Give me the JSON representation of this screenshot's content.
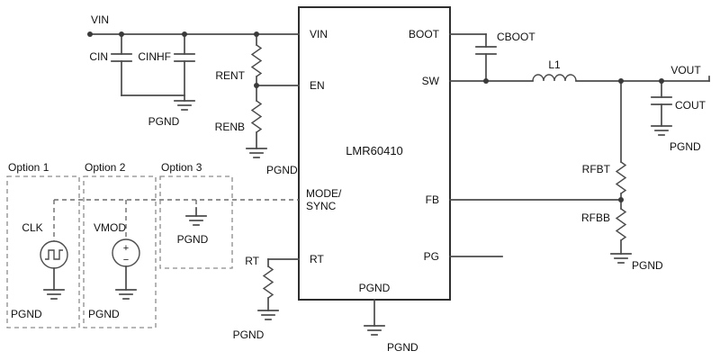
{
  "ic": {
    "name": "LMR60410",
    "pins": {
      "vin": "VIN",
      "en": "EN",
      "mode_sync_line1": "MODE/",
      "mode_sync_line2": "SYNC",
      "rt": "RT",
      "boot": "BOOT",
      "sw": "SW",
      "fb": "FB",
      "pg": "PG",
      "pgnd": "PGND"
    }
  },
  "nets": {
    "vin": "VIN",
    "vout": "VOUT",
    "pgnd": "PGND"
  },
  "components": {
    "cin": "CIN",
    "cinhf": "CINHF",
    "rent": "RENT",
    "renb": "RENB",
    "rt": "RT",
    "cboot": "CBOOT",
    "l1": "L1",
    "cout": "COUT",
    "rfbt": "RFBT",
    "rfbb": "RFBB",
    "clk": "CLK",
    "vmod": "VMOD"
  },
  "options": {
    "opt1": "Option 1",
    "opt2": "Option 2",
    "opt3": "Option 3"
  },
  "symbols": {
    "plus": "+",
    "minus": "−"
  },
  "colors": {
    "wire": "#4b4b4b",
    "text": "#111111",
    "dashed": "#777777"
  }
}
